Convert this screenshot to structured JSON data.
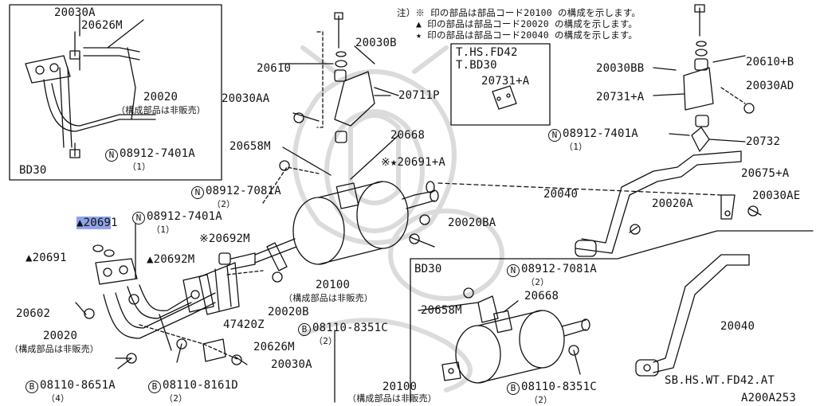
{
  "colors": {
    "ink": "#111111",
    "highlight": "#8fa4e8",
    "watermark": "#d8d8d8"
  },
  "notes": [
    "注）※ 印の部品は部品コード20100 の構成を示します。",
    "▲ 印の部品は部品コード20020 の構成を示します。",
    "★ 印の部品は部品コード20040 の構成を示します。"
  ],
  "boxes": {
    "top_left_tag": "BD30",
    "middle_variant": [
      "T.HS.FD42",
      "T.BD30"
    ],
    "bottom_variant": "BD30"
  },
  "labels": {
    "p20030A": "20030A",
    "p20626M_top": "20626M",
    "p20020_top": "20020",
    "not_for_sale_1": "（構成部品は非販売）",
    "n08912_7401A_top": "08912-7401A",
    "qty1_top": "（1）",
    "p20610": "20610",
    "p20030B": "20030B",
    "p20030AA": "20030AA",
    "p20711P": "20711P",
    "p20668": "20668",
    "p20731A_box": "20731+A",
    "p20030BB": "20030BB",
    "p20610B": "20610+B",
    "p20030AD": "20030AD",
    "p20731A": "20731+A",
    "n08912_7401A_right": "08912-7401A",
    "qty1_right": "（1）",
    "p20732": "20732",
    "p20658M": "20658M",
    "p20691A": "※★20691+A",
    "n08912_7081A": "08912-7081A",
    "qty2_a": "（2）",
    "p20675A": "20675+A",
    "p20040": "20040",
    "p20020A": "20020A",
    "p20030AE": "20030AE",
    "p20691_hl": "▲2069",
    "p20691_hl_tail": "1",
    "n08912_7401A_mid": "08912-7401A",
    "qty1_mid": "（1）",
    "p20020BA": "20020BA",
    "p20692M_star": "※20692M",
    "p20691_tri": "▲20691",
    "p20692M_tri": "▲20692M",
    "p20100": "20100",
    "not_for_sale_2": "（構成部品は非販売）",
    "p20602": "20602",
    "p20020B": "20020B",
    "p47420Z": "47420Z",
    "p20020": "20020",
    "not_for_sale_3": "（構成部品は非販売）",
    "b08110_8351C": "08110-8351C",
    "qty2_b": "（2）",
    "p20626M": "20626M",
    "p20030A_low": "20030A",
    "b08110_8651A": "08110-8651A",
    "qty4": "（4）",
    "b08110_8161D": "08110-8161D",
    "qty2_c": "（2）",
    "n08912_7081A_b": "08912-7081A",
    "qty2_d": "（2）",
    "p20668_b": "20668",
    "p20658M_b": "20658M",
    "p20040_b": "20040",
    "p20100_b": "20100",
    "not_for_sale_4": "（構成部品は非販売）",
    "b08110_8351C_b": "08110-8351C",
    "qty2_e": "（2）",
    "spec_code": "SB.HS.WT.FD42.AT",
    "figure_code": "A200A253"
  },
  "symbols": {
    "N": "N",
    "B": "B"
  },
  "icons": [
    "muffler-icon",
    "exhaust-pipe-icon",
    "bolt-icon",
    "nut-icon",
    "gasket-icon",
    "bracket-icon",
    "rubber-mount-icon"
  ]
}
